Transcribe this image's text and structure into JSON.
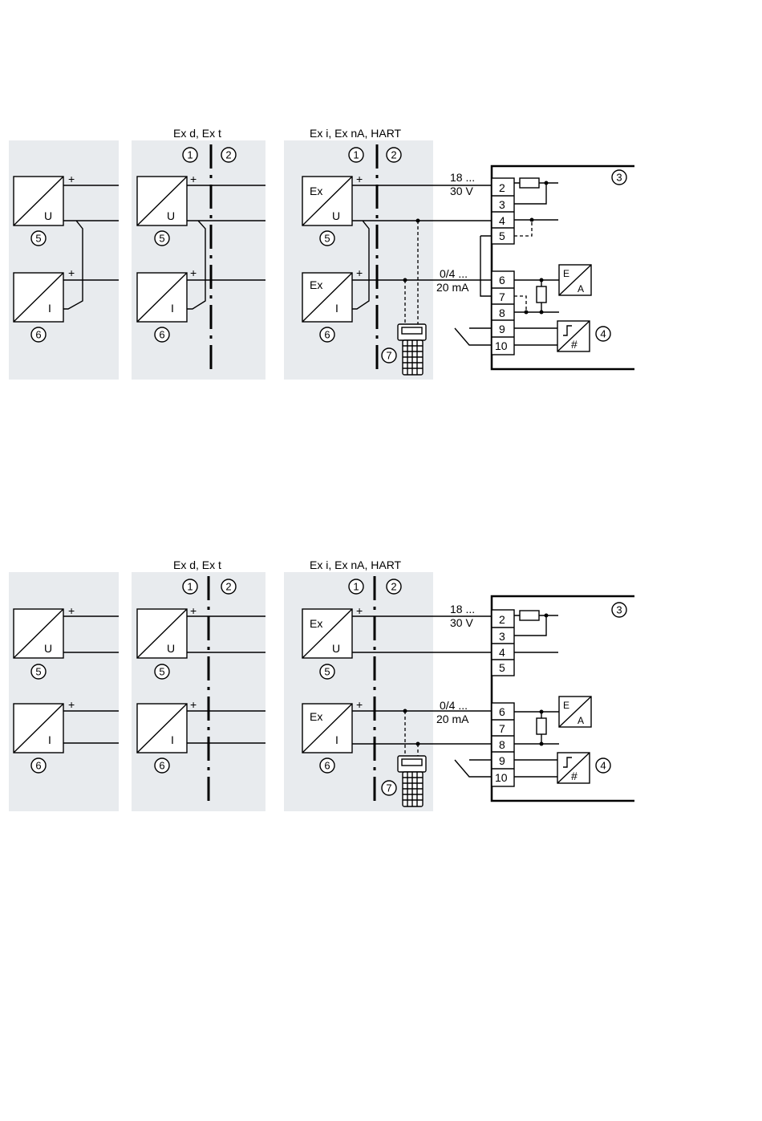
{
  "headers": {
    "exd": "Ex d, Ex t",
    "exi": "Ex i, Ex nA, HART"
  },
  "circles": {
    "c1": "1",
    "c2": "2",
    "c3": "3",
    "c4": "4",
    "c5": "5",
    "c6": "6",
    "c7": "7"
  },
  "transmitter": {
    "u": "U",
    "i": "I",
    "ex": "Ex",
    "plus": "+"
  },
  "supply": {
    "line1": "18 ...",
    "line2": "30 V"
  },
  "current": {
    "line1": "0/4 ...",
    "line2": "20 mA"
  },
  "terminals": [
    "2",
    "3",
    "4",
    "5",
    "6",
    "7",
    "8",
    "9",
    "10"
  ],
  "converter": {
    "e": "E",
    "a": "A"
  },
  "limit_switch": {
    "hash": "#"
  }
}
